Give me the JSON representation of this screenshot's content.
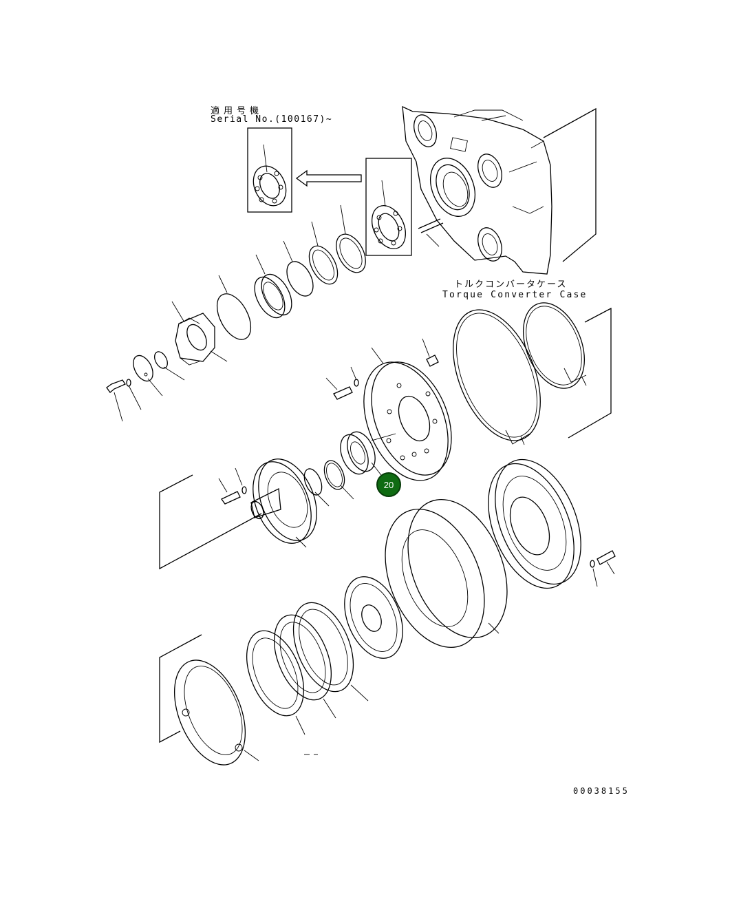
{
  "applicability": {
    "jp": "適用号機",
    "serial": "Serial No.(100167)~"
  },
  "torque_converter_case": {
    "jp": "トルクコンバータケース",
    "en": "Torque Converter Case"
  },
  "callout": {
    "number": "20",
    "color": "#0f6b12"
  },
  "document_number": "00038155"
}
